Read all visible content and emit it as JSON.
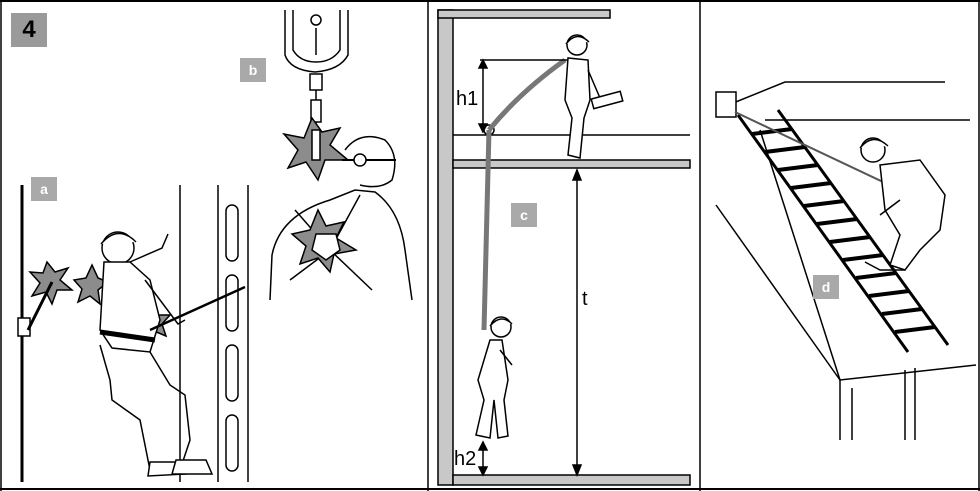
{
  "figure_number": "4",
  "panels": {
    "a": {
      "label": "a"
    },
    "b": {
      "label": "b"
    },
    "c": {
      "label": "c",
      "dimensions": {
        "h1": "h1",
        "t": "t",
        "h2": "h2"
      }
    },
    "d": {
      "label": "d"
    }
  },
  "colors": {
    "line": "#000000",
    "label_bg": "#a9a9a9",
    "wall": "#c8c8c8",
    "impact_star": "#8c8c8c",
    "lanyard": "#777777"
  }
}
